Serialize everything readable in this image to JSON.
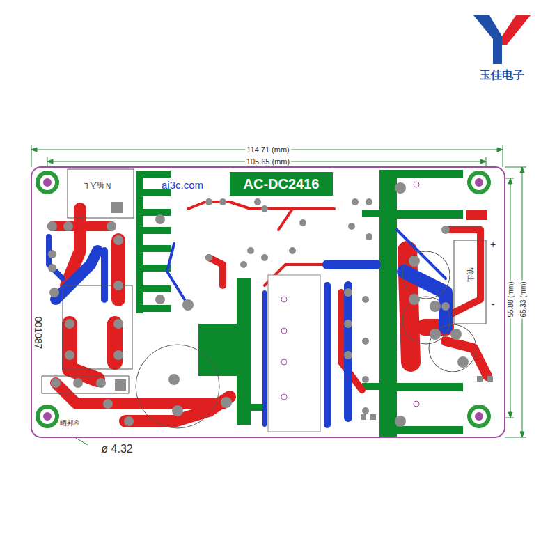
{
  "diagram": {
    "nodes": [
      {
        "text": [
          "AC-DC2416"
        ]
      }
    ],
    "labels": [
      "玉佳电子",
      "114.71 (mm)",
      "105.65 (mm)",
      "ai3c.com",
      "N 输入 L",
      "001087",
      "+",
      "输出",
      "-",
      "55.88 (mm)",
      "65.33 (mm)",
      "晒邦®",
      "ø 4.32"
    ]
  }
}
